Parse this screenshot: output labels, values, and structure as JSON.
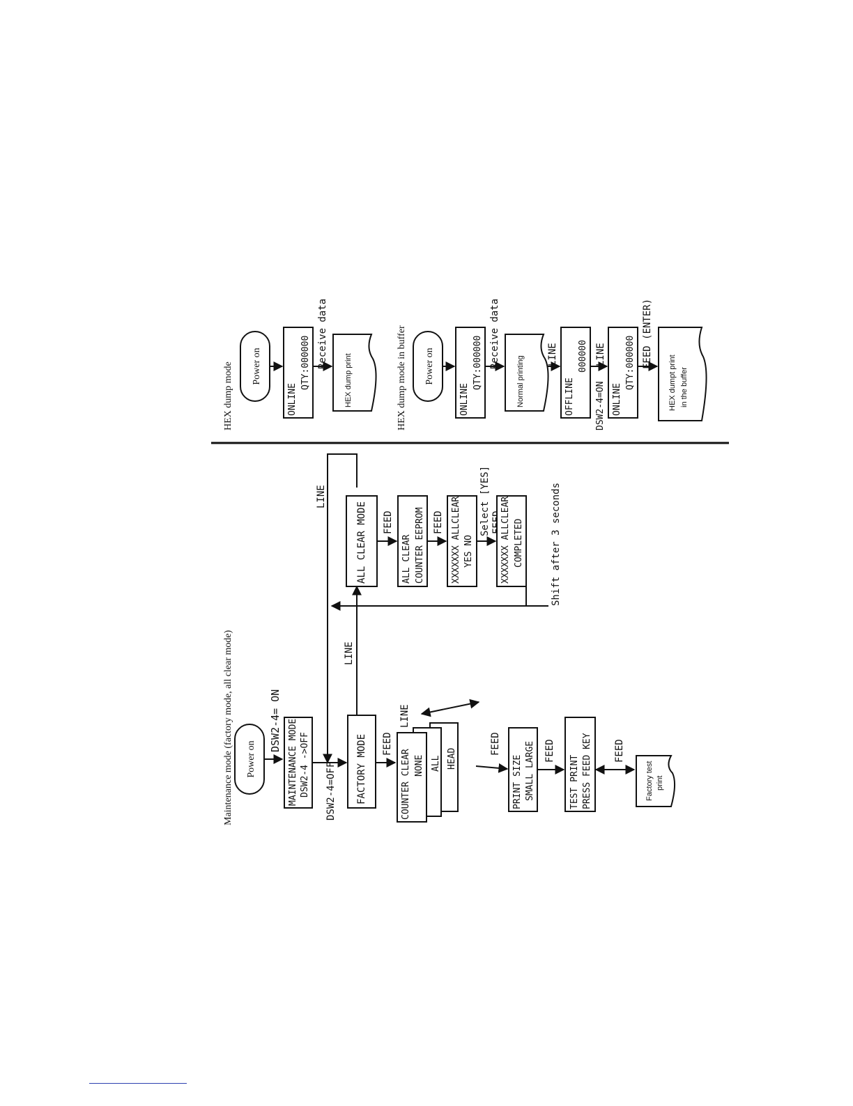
{
  "titles": {
    "maintenance": "Maintenance mode (factory mode, all clear mode)",
    "hex_dump": "HEX dump mode",
    "hex_dump_buffer": "HEX dump mode in buffer"
  },
  "maintenance": {
    "power_on": "Power on",
    "dsw_on": "DSW2-4= ON",
    "maint_box": [
      "MAINTENANCE MODE",
      "DSW2-4 ->OFF"
    ],
    "dsw_off": "DSW2-4=OFF",
    "factory_mode": "FACTORY MODE",
    "feed": "FEED",
    "line": "LINE",
    "counter_clear": [
      "COUNTER CLEAR",
      "NONE"
    ],
    "counter_all": "ALL",
    "counter_head": "HEAD",
    "print_size": [
      "PRINT SIZE",
      "SMALL  LARGE"
    ],
    "test_print": [
      "TEST PRINT",
      "PRESS FEED KEY"
    ],
    "factory_test_print": [
      "Factory test",
      "print"
    ],
    "all_clear_mode": "ALL CLEAR MODE",
    "all_clear_box": [
      "ALL CLEAR",
      "COUNTER  EEPROM"
    ],
    "confirm_box": [
      "XXXXXXX ALLCLEAR",
      "YES       NO"
    ],
    "select_yes": [
      "Select [YES]",
      "FEED"
    ],
    "completed_box": [
      "XXXXXXX ALLCLEAR",
      "COMPLETED"
    ],
    "shift_after": "Shift after 3 seconds"
  },
  "hex": {
    "power_on": "Power on",
    "online": [
      "ONLINE",
      "QTY:000000"
    ],
    "receive_data": "Receive data",
    "hex_dump_print": "HEX dump print"
  },
  "hex_buffer": {
    "power_on": "Power on",
    "online": [
      "ONLINE",
      "QTY:000000"
    ],
    "receive_data": "Receive data",
    "normal_printing": "Normal printing",
    "line": "LINE",
    "offline": [
      "OFFLINE",
      "000000"
    ],
    "dsw": "DSW2-4=ON",
    "online2": [
      "ONLINE",
      "QTY:000000"
    ],
    "feed_enter": "FEED (ENTER)",
    "hex_dump_print_buffer": [
      "HEX dumpt print",
      "in the buffer"
    ]
  }
}
